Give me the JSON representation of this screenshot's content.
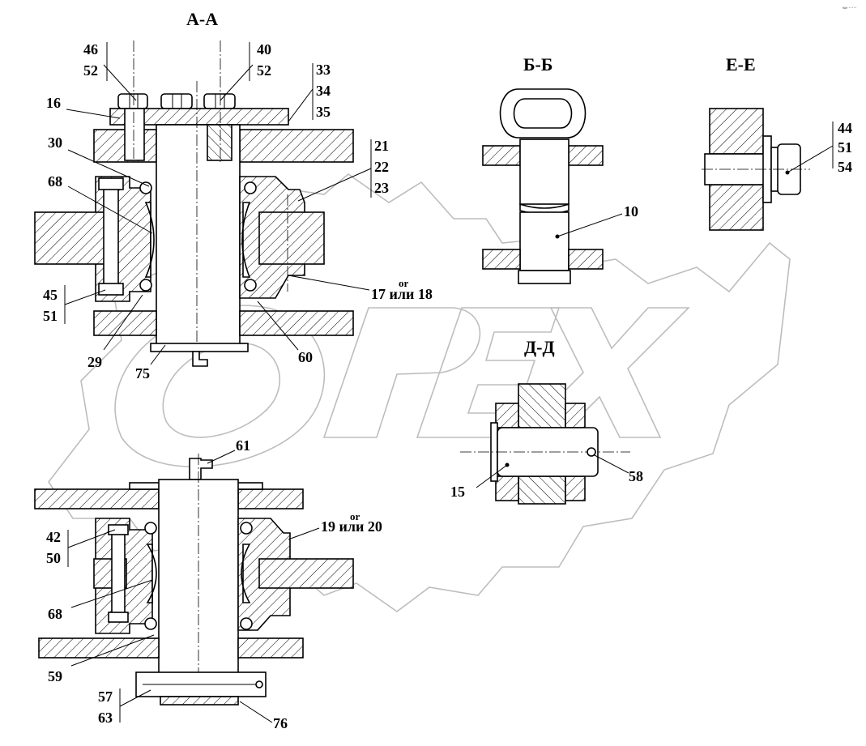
{
  "watermark": {
    "text": "OPEX",
    "corner_mark": "«» ·····"
  },
  "sections": {
    "aa": "А-А",
    "bb": "Б-Б",
    "ee": "Е-Е",
    "dd": "Д-Д"
  },
  "labels": {
    "aa": {
      "p46": "46",
      "p52a": "52",
      "p40": "40",
      "p52b": "52",
      "p33": "33",
      "p34": "34",
      "p35": "35",
      "p16": "16",
      "p30": "30",
      "p21": "21",
      "p22": "22",
      "p23": "23",
      "p68": "68",
      "p45": "45",
      "p51": "51",
      "p17_or": "or",
      "p17": "17 или 18",
      "p29": "29",
      "p75": "75",
      "p60": "60"
    },
    "bb": {
      "p10": "10"
    },
    "ee": {
      "p44": "44",
      "p51": "51",
      "p54": "54"
    },
    "dd": {
      "p15": "15",
      "p58": "58"
    },
    "lower": {
      "p61": "61",
      "p19_or": "or",
      "p19": "19 или 20",
      "p42": "42",
      "p50": "50",
      "p68": "68",
      "p59": "59",
      "p57": "57",
      "p63": "63",
      "p76": "76"
    }
  }
}
